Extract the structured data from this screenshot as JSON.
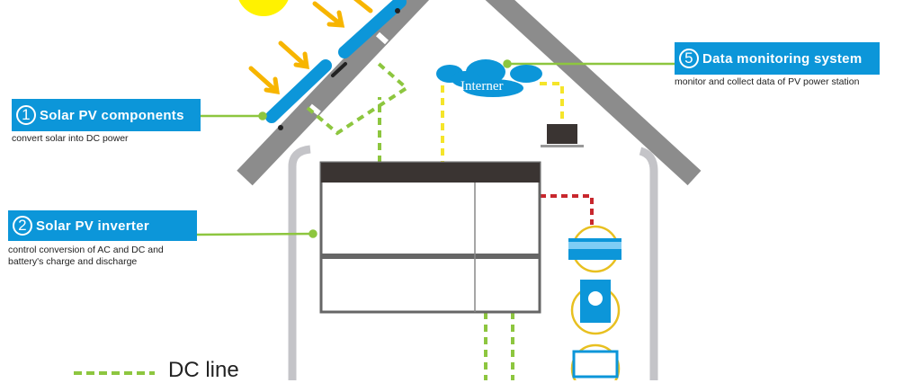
{
  "labels": [
    {
      "number": "1",
      "title": "Solar PV components",
      "description": "convert solar into DC power"
    },
    {
      "number": "2",
      "title": "Solar PV inverter",
      "description_lines": [
        "control conversion of AC and DC and",
        "battery's charge and discharge"
      ]
    },
    {
      "number": "5",
      "title": "Data monitoring system",
      "description": "monitor and collect data of PV power station"
    }
  ],
  "cloud_label": "Interner",
  "legend": {
    "dc_line": "DC line"
  },
  "colors": {
    "label_blue": "#0c96d9",
    "dc_green": "#8dc63f",
    "data_yellow": "#f5e52a",
    "ac_red": "#c8272d",
    "roof_gray": "#8c8c8c"
  }
}
